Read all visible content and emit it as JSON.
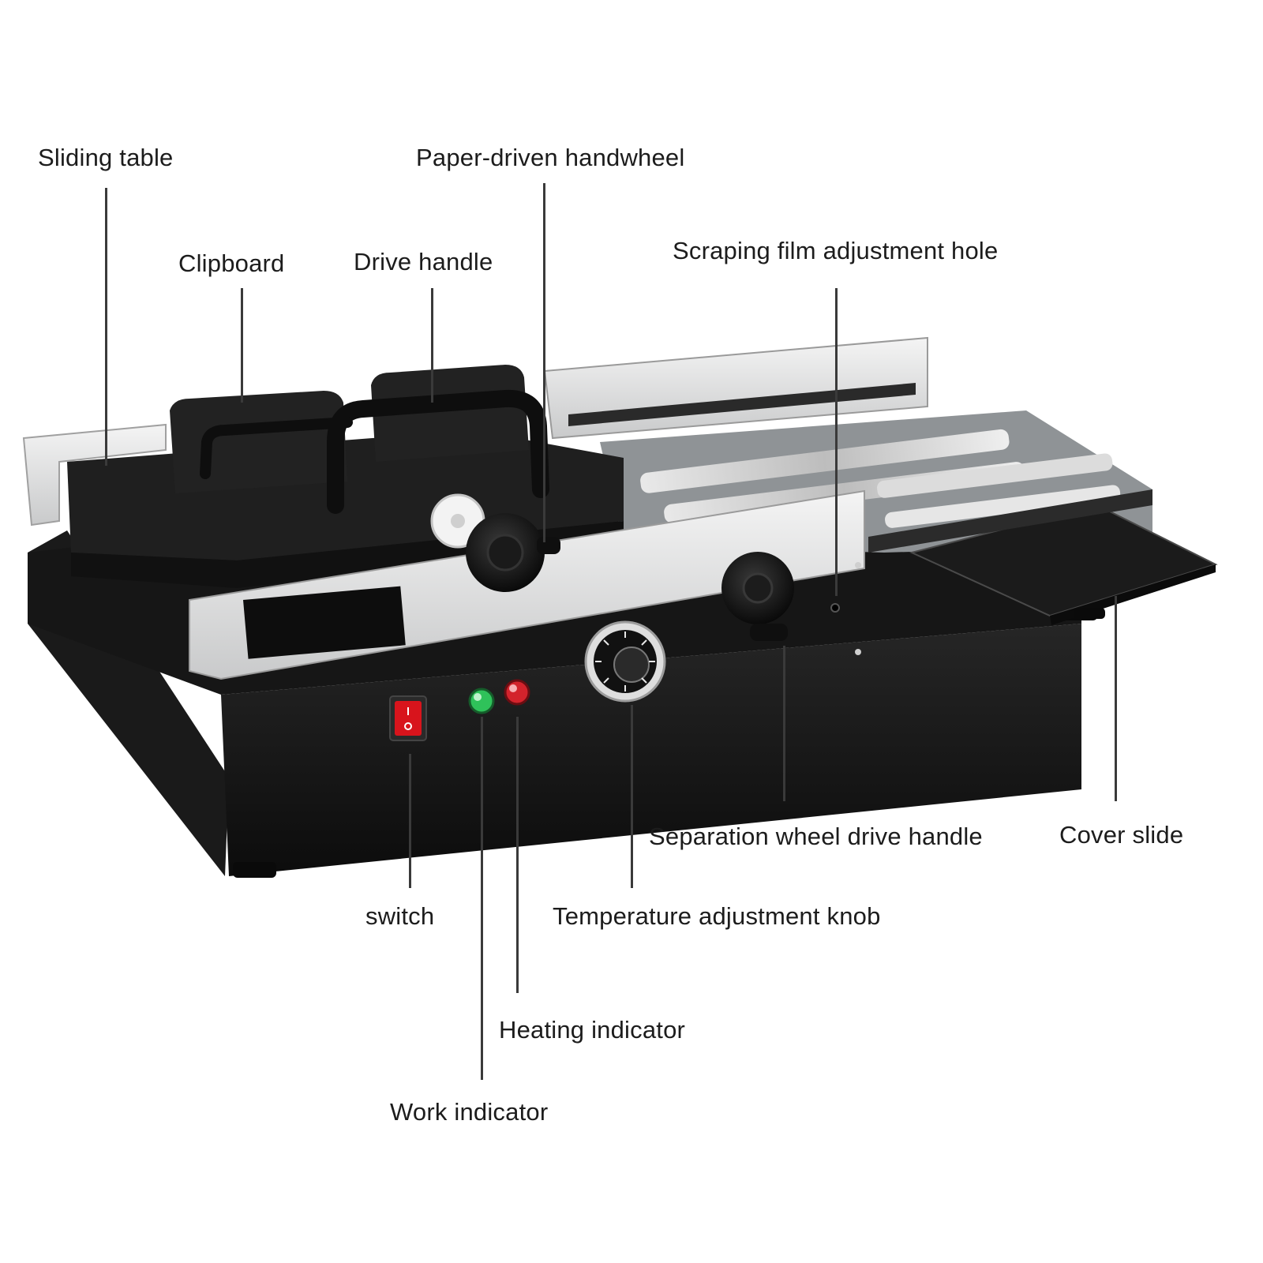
{
  "diagram": {
    "labels": {
      "sliding_table": "Sliding table",
      "paper_driven_handwheel": "Paper-driven handwheel",
      "clipboard": "Clipboard",
      "drive_handle": "Drive handle",
      "scraping_film_adjustment_hole": "Scraping film adjustment hole",
      "separation_wheel_drive_handle": "Separation wheel drive handle",
      "cover_slide": "Cover slide",
      "switch": "switch",
      "temperature_adjustment_knob": "Temperature adjustment knob",
      "heating_indicator": "Heating indicator",
      "work_indicator": "Work indicator"
    },
    "colors": {
      "body": "#141414",
      "top_plate": "#1e1e1e",
      "aluminum": "#d9dadb",
      "switch_red": "#d8141c",
      "work_green": "#2fc25a",
      "heat_red": "#d3232c",
      "leader": "#3a3a3a"
    }
  }
}
